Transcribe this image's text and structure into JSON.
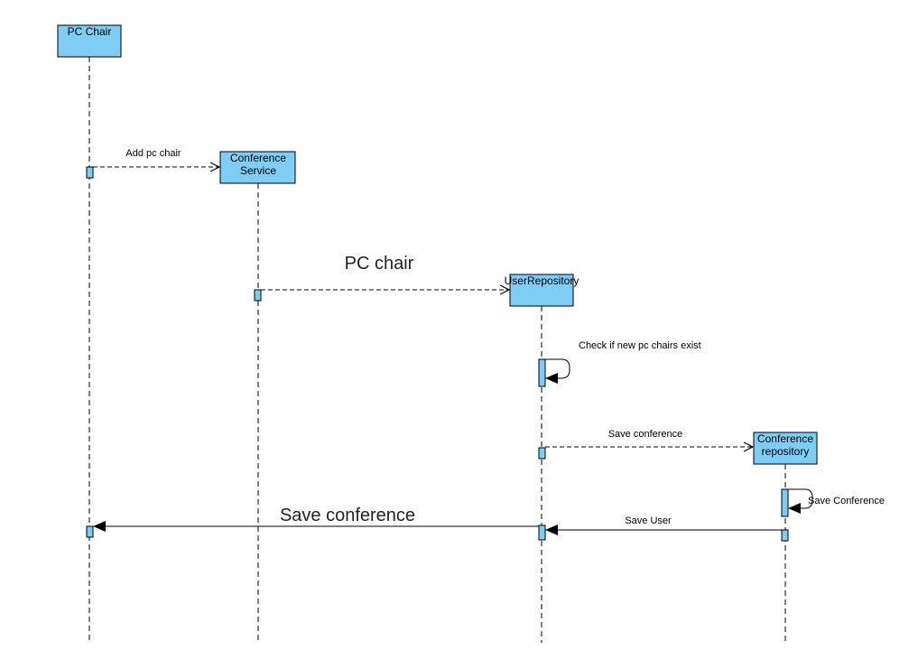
{
  "participants": {
    "pc_chair": {
      "label": "PC Chair"
    },
    "conference_service": {
      "line1": "Conference",
      "line2": "Service"
    },
    "user_repository": {
      "label": "UserRepository"
    },
    "conference_repository": {
      "line1": "Conference",
      "line2": "repository"
    }
  },
  "messages": {
    "add_pc_chair": "Add pc chair",
    "pc_chair": "PC chair",
    "check_pc_chairs": "Check if new pc chairs exist",
    "save_conference_create": "Save conference",
    "save_conference_self": "Save Conference",
    "save_user": "Save User",
    "save_conference_return": "Save conference"
  },
  "colors": {
    "participant_fill": "#7dcdf5",
    "stroke": "#000000"
  }
}
